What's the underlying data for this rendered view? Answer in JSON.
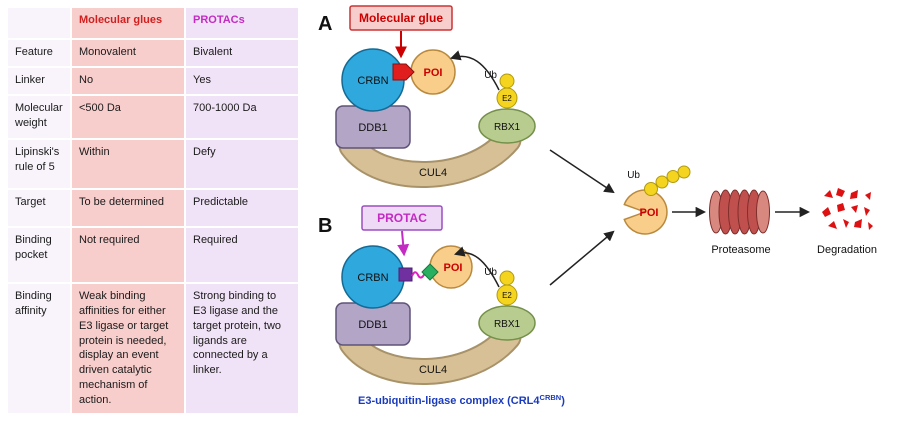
{
  "table": {
    "header": {
      "glues": "Molecular glues",
      "protacs": "PROTACs"
    },
    "rows": [
      {
        "label": "Feature",
        "glue": "Monovalent",
        "protac": "Bivalent"
      },
      {
        "label": "Linker",
        "glue": "No",
        "protac": "Yes"
      },
      {
        "label": "Molecular weight",
        "glue": "<500 Da",
        "protac": "700-1000 Da"
      },
      {
        "label": "Lipinski's rule of 5",
        "glue": "Within",
        "protac": "Defy"
      },
      {
        "label": "Target",
        "glue": "To be determined",
        "protac": "Predictable"
      },
      {
        "label": "Binding pocket",
        "glue": "Not required",
        "protac": "Required"
      },
      {
        "label": "Binding affinity",
        "glue": "Weak binding affinities for either E3 ligase or target protein is needed, display an event driven catalytic mechanism of action.",
        "protac": "Strong binding to E3 ligase and the target protein, two ligands are connected by a linker."
      }
    ]
  },
  "diagram": {
    "panel_a": {
      "panel_label": "A",
      "callout": "Molecular glue",
      "crbn": "CRBN",
      "poi": "POI",
      "ddb1": "DDB1",
      "cul4": "CUL4",
      "rbx1": "RBX1",
      "e2": "E2",
      "ub": "Ub"
    },
    "panel_b": {
      "panel_label": "B",
      "callout": "PROTAC",
      "crbn": "CRBN",
      "poi": "POI",
      "ddb1": "DDB1",
      "cul4": "CUL4",
      "rbx1": "RBX1",
      "e2": "E2",
      "ub": "Ub",
      "complex_label": {
        "main": "E3-ubiquitin-ligase complex (CRL4",
        "sup": "CRBN",
        "close": ")"
      }
    },
    "pathway": {
      "ub": "Ub",
      "poi": "POI",
      "proteasome": "Proteasome",
      "degradation": "Degradation"
    }
  },
  "colors": {
    "glue_accent": "#cc0000",
    "glue_fill": "#f8cecc",
    "protac_accent": "#c32bc3",
    "protac_fill": "#f1e3f7",
    "crbn_blue": "#2fa8dd",
    "poi_orange": "#f9cd8a",
    "ddb1_purple": "#b2a5c6",
    "cul4_tan": "#d8c096",
    "rbx1_green": "#b8cc8f",
    "ub_yellow": "#f4d41f",
    "complex_label_blue": "#1b3bbd",
    "proteasome_red": "#c0504d",
    "degradation_red": "#dd1111"
  }
}
